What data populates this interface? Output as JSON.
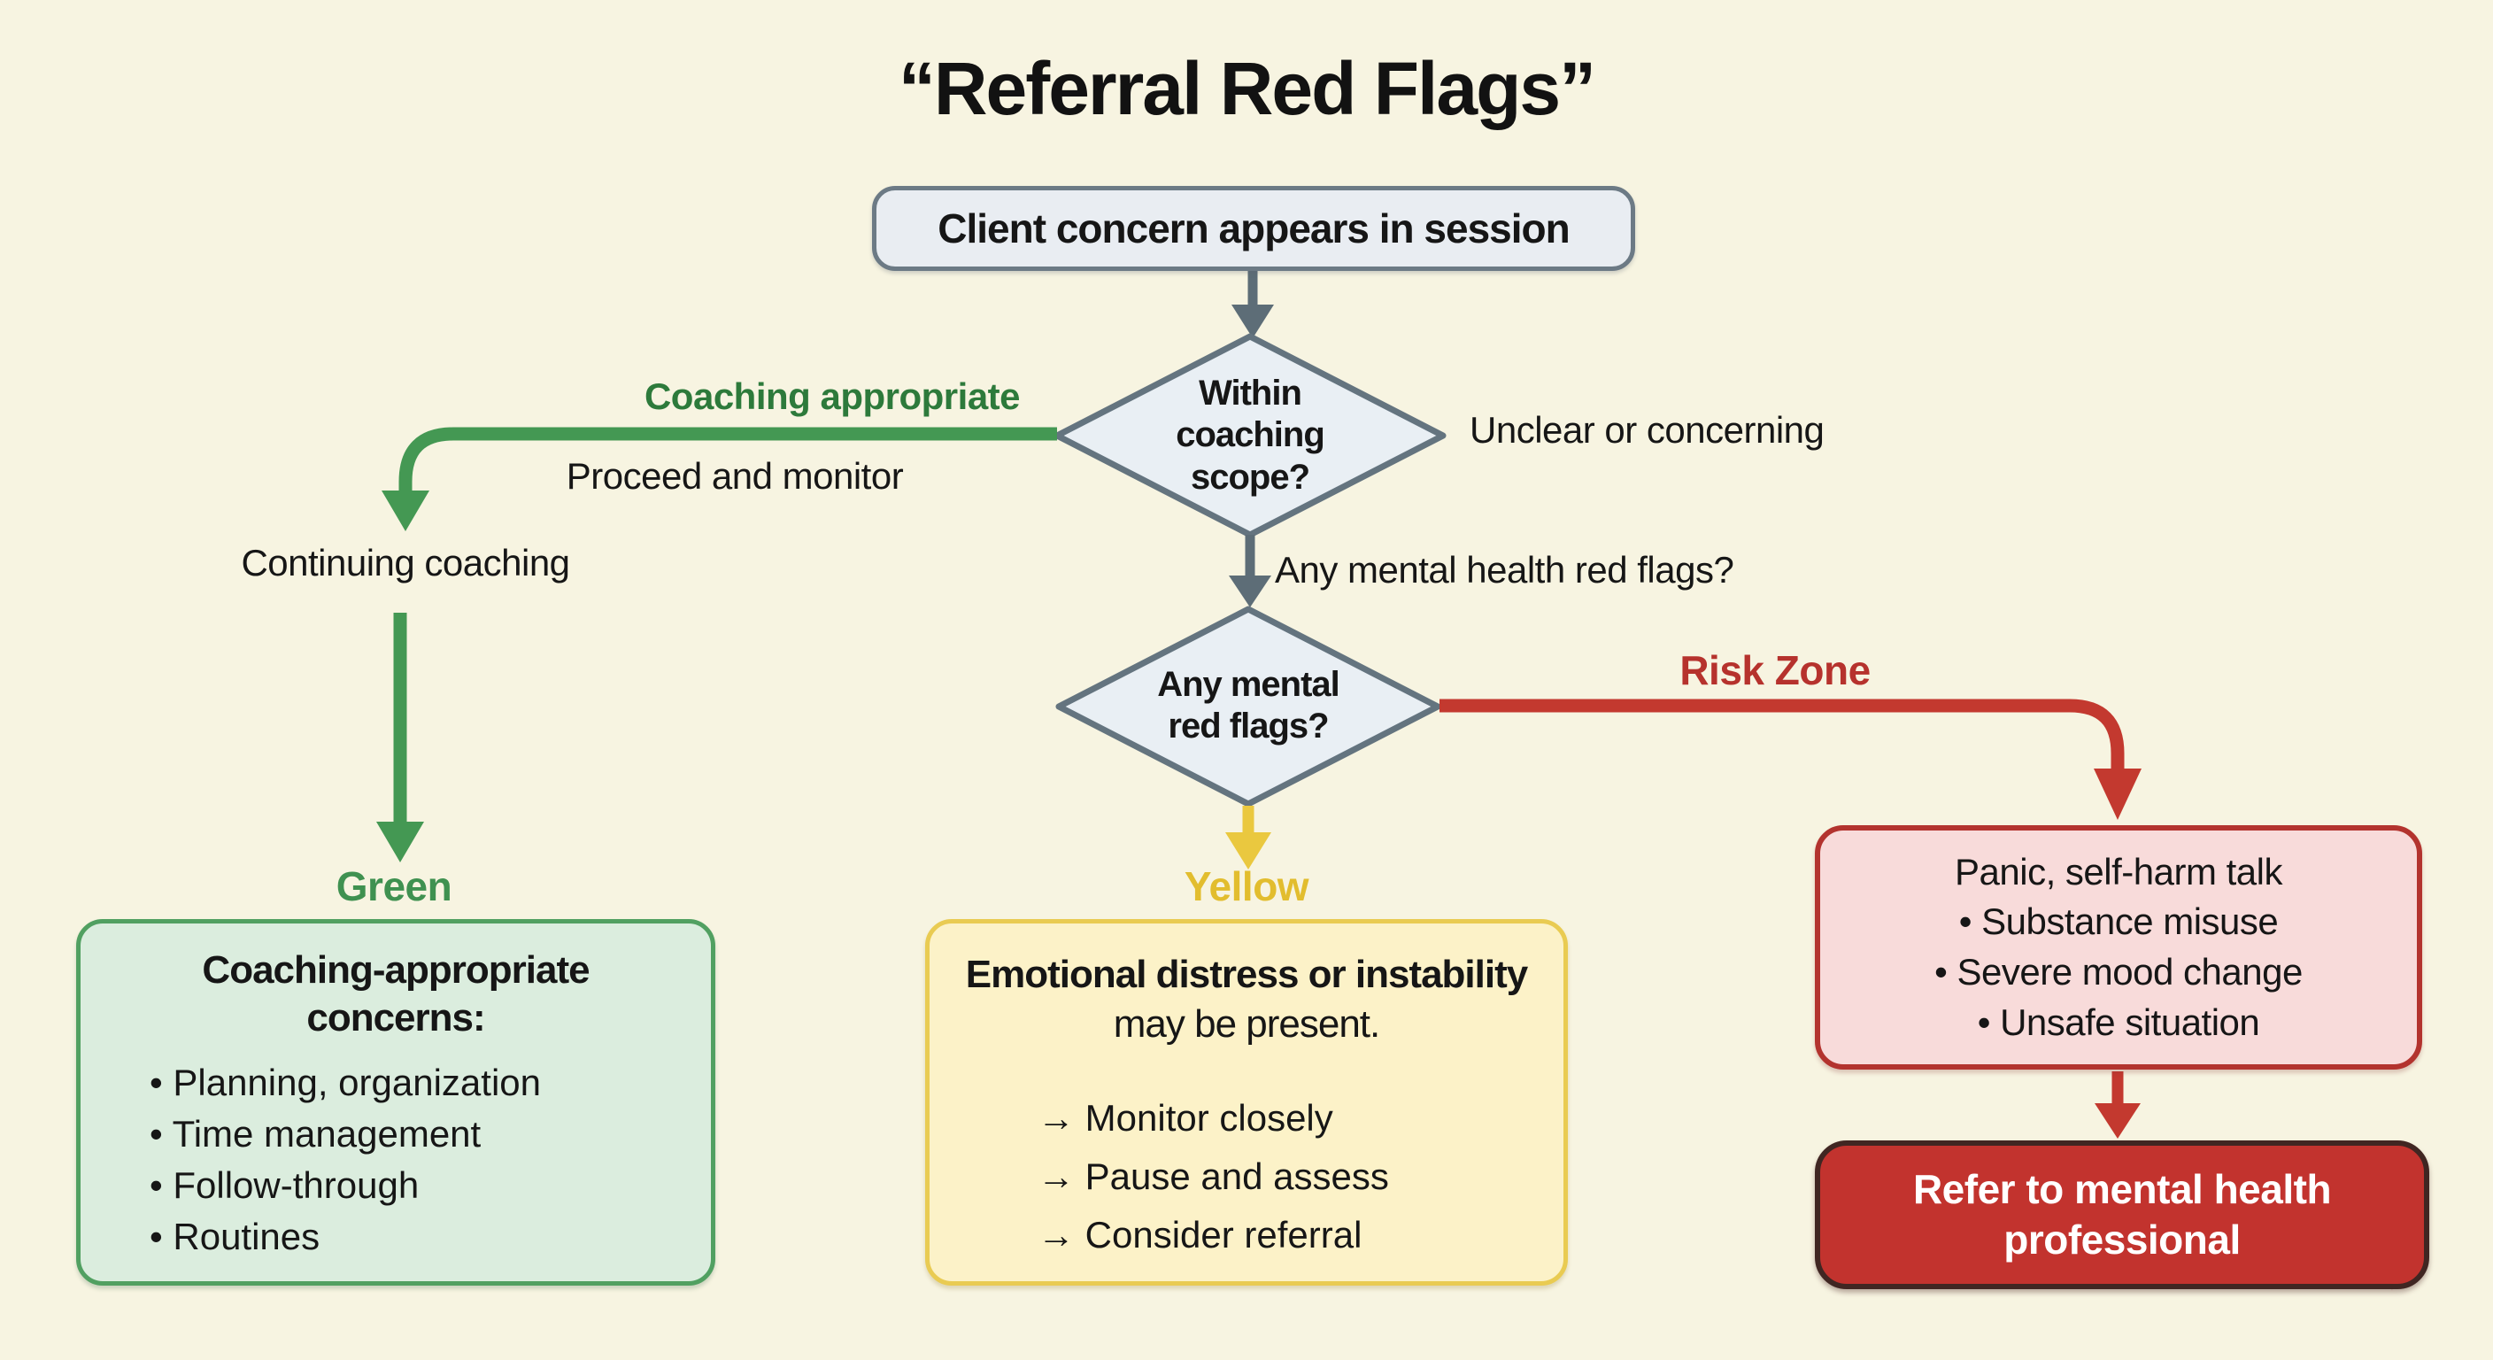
{
  "title": "“Referral Red Flags”",
  "colors": {
    "background": "#f7f4e1",
    "gray_connector": "#5d6d77",
    "node_fill": "#e9edf2",
    "node_border": "#6c7a85",
    "diamond_fill": "#e9eff4",
    "diamond_border": "#64747f",
    "green": "#449853",
    "green_label_text": "#2d7a3b",
    "green_box_fill": "#dbedde",
    "green_box_border": "#51a061",
    "yellow": "#eac83f",
    "yellow_box_fill": "#fcf2c8",
    "yellow_box_border": "#e9cb52",
    "red": "#c3392f",
    "risk_label_text": "#b6322d",
    "risk_box_fill": "#f8dbda",
    "risk_box_border": "#b3332e",
    "refer_box_fill": "#c2332e",
    "refer_box_border": "#402622"
  },
  "nodes": {
    "start": "Client concern appears in session",
    "scope_decision": "Within coaching scope?",
    "flags_decision": "Any mental red flags?"
  },
  "edge_labels": {
    "coaching_appropriate": "Coaching appropriate",
    "proceed_monitor": "Proceed and monitor",
    "continuing_coaching": "Continuing coaching",
    "unclear_concerning": "Unclear or concerning",
    "any_mental_health_red_flags": "Any mental health red flags?",
    "risk_zone": "Risk Zone",
    "green": "Green",
    "yellow": "Yellow"
  },
  "green_box": {
    "title": "Coaching-appropriate concerns:",
    "items": [
      "• Planning, organization",
      "• Time management",
      "• Follow-through",
      "• Routines"
    ]
  },
  "yellow_box": {
    "lead_bold": "Emotional distress or instability",
    "lead_rest": " may be present.",
    "actions": [
      "→ Monitor closely",
      "→ Pause and assess",
      "→ Consider referral"
    ]
  },
  "risk_box": {
    "lines": [
      "Panic, self-harm talk",
      "• Substance misuse",
      "• Severe mood change",
      "• Unsafe situation"
    ]
  },
  "refer_box": {
    "label": "Refer to mental health professional"
  }
}
